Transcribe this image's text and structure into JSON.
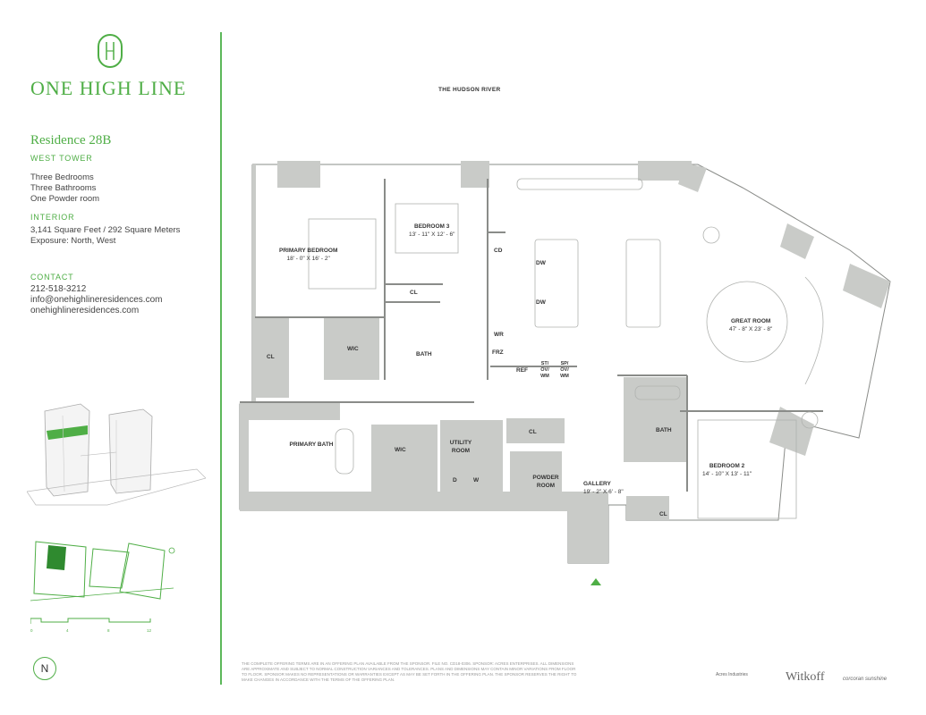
{
  "brand": {
    "name": "ONE HIGH LINE",
    "mark": "1|1"
  },
  "residence": {
    "title": "Residence 28B",
    "tower": "WEST TOWER",
    "features": [
      "Three Bedrooms",
      "Three Bathrooms",
      "One Powder room"
    ]
  },
  "interior": {
    "heading": "INTERIOR",
    "size": "3,141 Square Feet / 292 Square Meters",
    "exposure": "Exposure: North, West"
  },
  "contact": {
    "heading": "CONTACT",
    "phone": "212-518-3212",
    "email": "info@onehighlineresidences.com",
    "website": "onehighlineresidences.com"
  },
  "scale": {
    "ticks": [
      "0",
      "4",
      "8",
      "12"
    ]
  },
  "north": "N",
  "plan": {
    "river": "THE HUDSON RIVER",
    "rooms": {
      "primary_bedroom": {
        "name": "PRIMARY BEDROOM",
        "dim": "18' - 0\" X 16' - 2\""
      },
      "bedroom3": {
        "name": "BEDROOM 3",
        "dim": "13' - 11\" X 12' - 6\""
      },
      "great_room": {
        "name": "GREAT ROOM",
        "dim": "47' - 8\" X 23' - 8\""
      },
      "bedroom2": {
        "name": "BEDROOM 2",
        "dim": "14' - 10\" X 13' - 11\""
      },
      "gallery": {
        "name": "GALLERY",
        "dim": "19' - 2\" X 6' - 8\""
      },
      "cl1": "CL",
      "cl2": "CL",
      "cl3": "CL",
      "cl4": "CL",
      "wic1": "WIC",
      "wic2": "WIC",
      "bath1": "BATH",
      "bath2": "BATH",
      "primary_bath": "PRIMARY BATH",
      "utility": "UTILITY ROOM",
      "powder": "POWDER ROOM",
      "d": "D",
      "w": "W",
      "cd": "CD",
      "dw1": "DW",
      "dw2": "DW",
      "wr": "WR",
      "frz": "FRZ",
      "ref": "REF",
      "stovwm": "ST/ OV/ WM",
      "spovwm": "SP/ OV/ WM"
    }
  },
  "disclaimer": "THE COMPLETE OFFERING TERMS ARE IN AN OFFERING PLAN AVAILABLE FROM THE SPONSOR. FILE NO. CD18-0306. SPONSOR: ACRES ENTERPRISES. ALL DIMENSIONS ARE APPROXIMATE AND SUBJECT TO NORMAL CONSTRUCTION VARIANCES AND TOLERANCES. PLANS AND DIMENSIONS MAY CONTAIN MINOR VARIATIONS FROM FLOOR TO FLOOR. SPONSOR MAKES NO REPRESENTATIONS OR WARRANTIES EXCEPT AS MAY BE SET FORTH IN THE OFFERING PLAN. THE SPONSOR RESERVES THE RIGHT TO MAKE CHANGES IN ACCORDANCE WITH THE TERMS OF THE OFFERING PLAN.",
  "developers": [
    "Acres Industries",
    "Witkoff",
    "corcoran sunshine"
  ],
  "colors": {
    "accent": "#4fae46",
    "wall": "#c9cbc8",
    "line": "#8a8c89"
  }
}
